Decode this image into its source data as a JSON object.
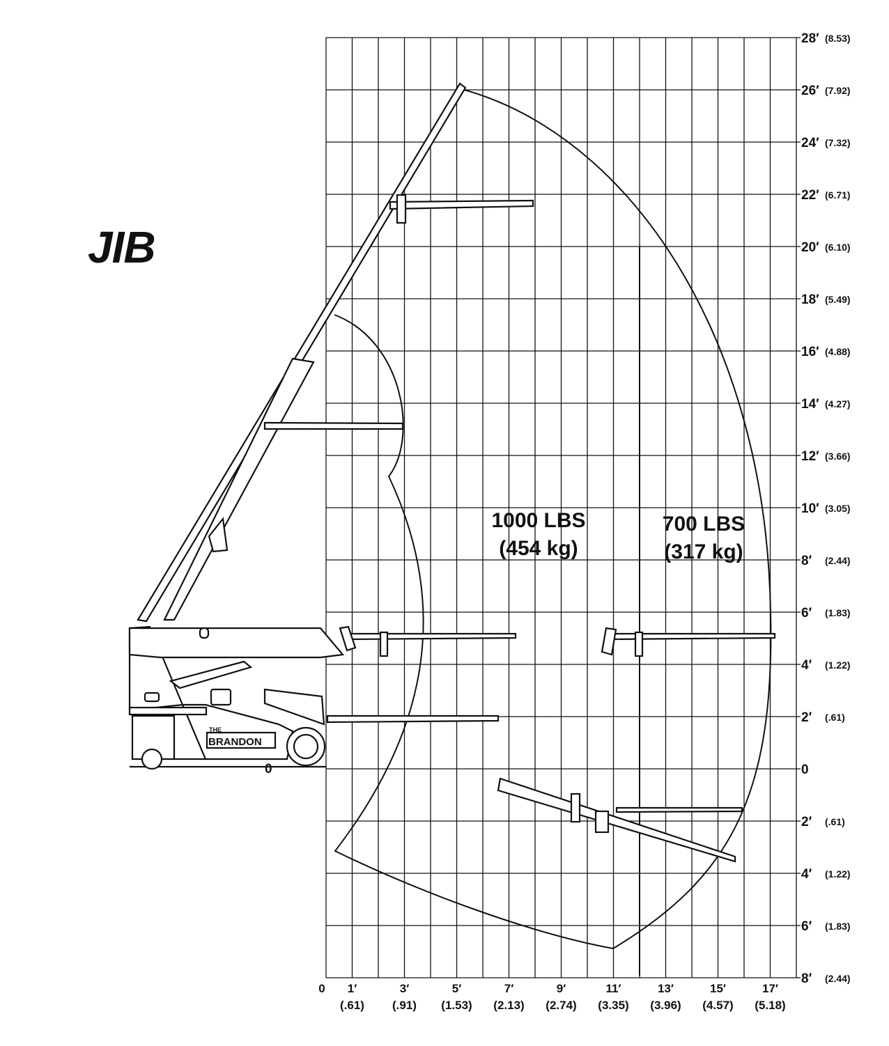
{
  "title": "JIB",
  "brand": "BRANDON",
  "brand_prefix": "THE",
  "base_label": "0",
  "zones": [
    {
      "line1": "1000 LBS",
      "line2": "(454 kg)"
    },
    {
      "line1": "700 LBS",
      "line2": "(317 kg)"
    }
  ],
  "right_axis": [
    {
      "ft": "28′",
      "m": "(8.53)"
    },
    {
      "ft": "26′",
      "m": "(7.92)"
    },
    {
      "ft": "24′",
      "m": "(7.32)"
    },
    {
      "ft": "22′",
      "m": "(6.71)"
    },
    {
      "ft": "20′",
      "m": "(6.10)"
    },
    {
      "ft": "18′",
      "m": "(5.49)"
    },
    {
      "ft": "16′",
      "m": "(4.88)"
    },
    {
      "ft": "14′",
      "m": "(4.27)"
    },
    {
      "ft": "12′",
      "m": "(3.66)"
    },
    {
      "ft": "10′",
      "m": "(3.05)"
    },
    {
      "ft": "8′",
      "m": "(2.44)"
    },
    {
      "ft": "6′",
      "m": "(1.83)"
    },
    {
      "ft": "4′",
      "m": "(1.22)"
    },
    {
      "ft": "2′",
      "m": "(.61)"
    },
    {
      "ft": "0",
      "m": ""
    },
    {
      "ft": "2′",
      "m": "(.61)"
    },
    {
      "ft": "4′",
      "m": "(1.22)"
    },
    {
      "ft": "6′",
      "m": "(1.83)"
    },
    {
      "ft": "8′",
      "m": "(2.44)"
    }
  ],
  "bottom_axis": [
    {
      "ft": "0",
      "m": ""
    },
    {
      "ft": "1′",
      "m": "(.61)"
    },
    {
      "ft": "3′",
      "m": "(.91)"
    },
    {
      "ft": "5′",
      "m": "(1.53)"
    },
    {
      "ft": "7′",
      "m": "(2.13)"
    },
    {
      "ft": "9′",
      "m": "(2.74)"
    },
    {
      "ft": "11′",
      "m": "(3.35)"
    },
    {
      "ft": "13′",
      "m": "(3.96)"
    },
    {
      "ft": "15′",
      "m": "(4.57)"
    },
    {
      "ft": "17′",
      "m": "(5.18)"
    }
  ]
}
